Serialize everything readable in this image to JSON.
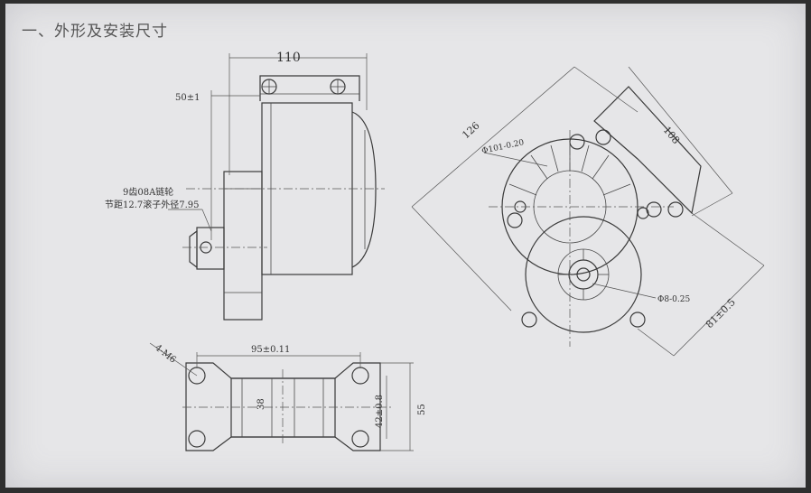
{
  "heading": "一、外形及安装尺寸",
  "side_view": {
    "dim_total_length": "110",
    "dim_shaft_offset": "50±1",
    "note_sprocket_line1": "9齿08A链轮",
    "note_sprocket_line2": "节距12.7滚子外径7.95"
  },
  "end_view": {
    "dim_diag_top": "126",
    "dim_mount_width": "108",
    "dim_bolt_circle": "Φ101-0.20",
    "dim_shaft_dia": "Φ8-0.25",
    "dim_height": "81±0.5"
  },
  "base_view": {
    "dim_holes_label": "4-M6",
    "dim_hole_spacing": "95±0.11",
    "dim_inner": "38",
    "dim_hole_vertical": "42±0.8",
    "dim_overall_height": "55"
  },
  "colors": {
    "paper": "#e6e6e8",
    "ink": "#3a3a3a",
    "frame": "#2f2f2f"
  }
}
